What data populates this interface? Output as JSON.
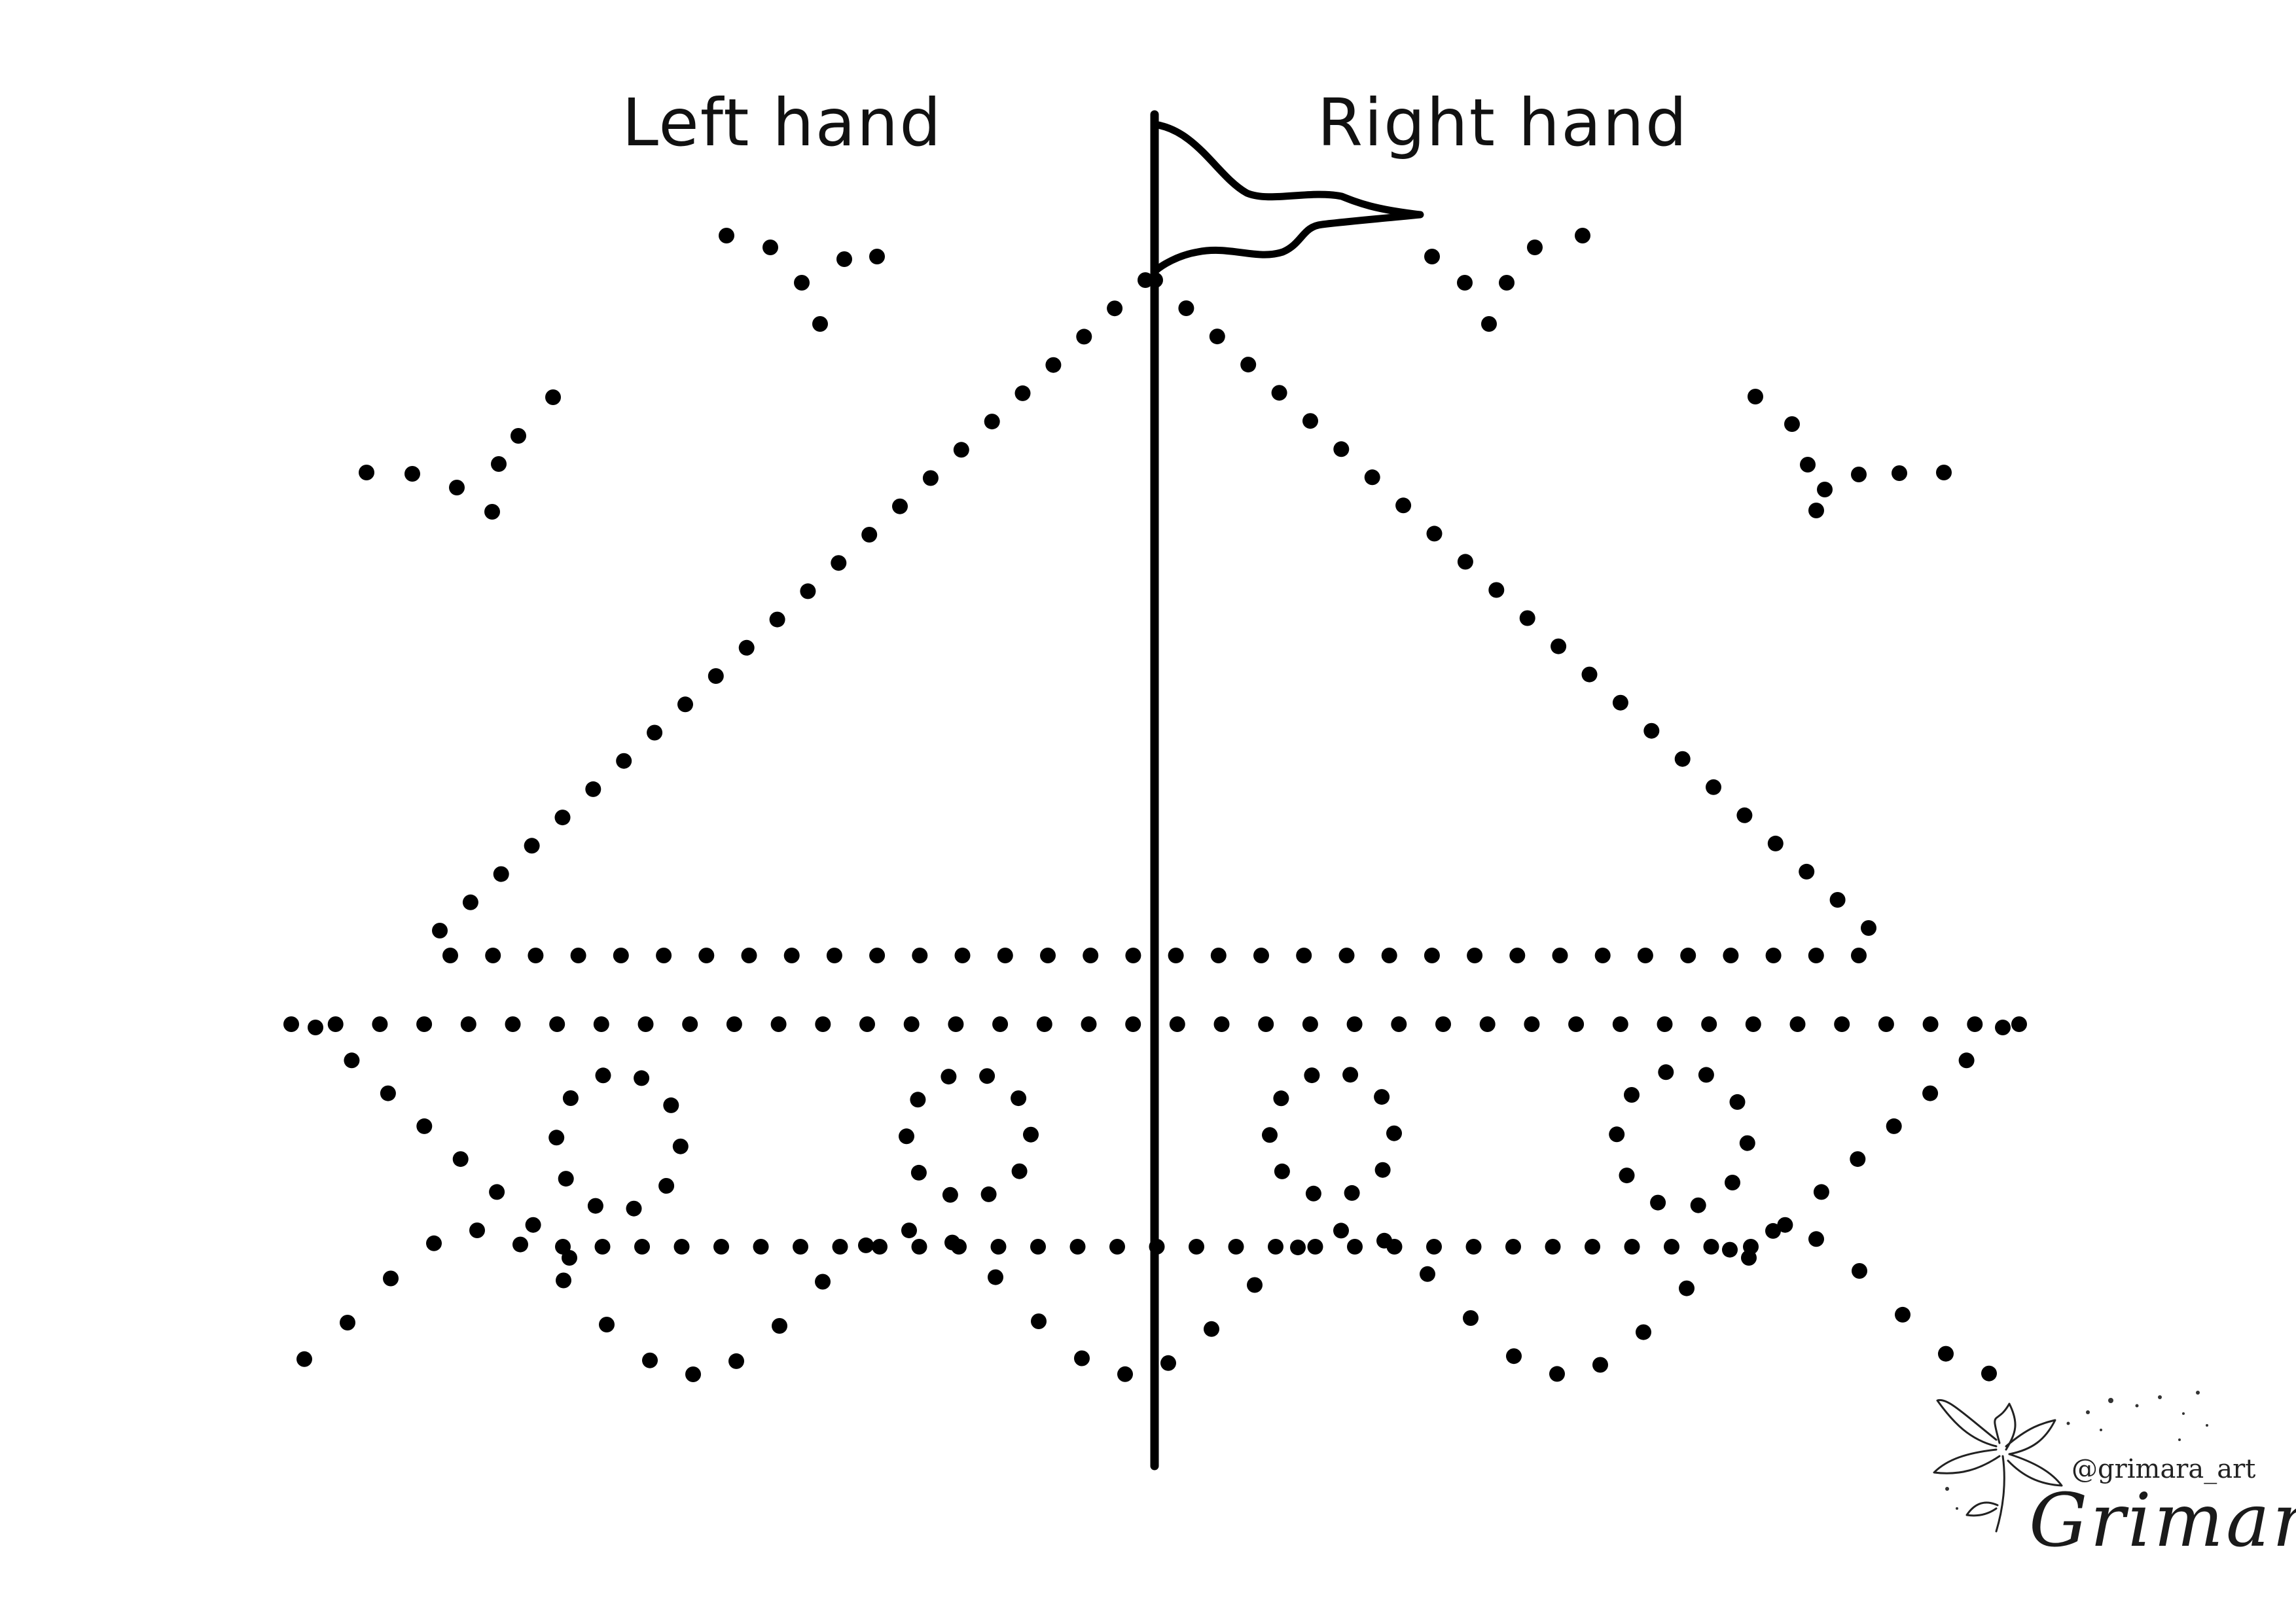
{
  "labels": {
    "left": "Left hand",
    "right": "Right hand"
  },
  "watermark": {
    "handle": "@grimara_art",
    "signature": "Grimara",
    "icon": "lily-flower-icon"
  },
  "colors": {
    "ink": "#000000",
    "background": "#ffffff"
  }
}
